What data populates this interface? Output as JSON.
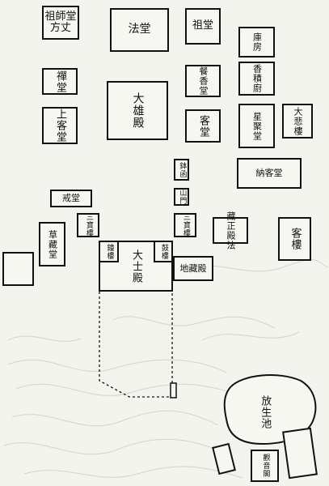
{
  "halls": {
    "fangzhang": "祖師堂\n方丈",
    "fatang": "法堂",
    "zutang": "祖堂",
    "kufang": "庫房",
    "chantang": "禪堂",
    "dahiongdian": "大雄殿",
    "canxiangtang": "餐香堂",
    "xiangjichu": "香積廚",
    "shangketang": "上客堂",
    "ketang": "客堂",
    "xingjutang": "星聚堂",
    "dabeilou": "大悲樓",
    "nake": "納客堂",
    "bohan": "鉢函",
    "shanmen": "山門",
    "zhaitang": "戒堂",
    "sanbao_left": "三寶樓",
    "sanbao_right": "三寶樓",
    "cangzheng": "藏正殿法",
    "caocang": "草藏堂",
    "keting": "客樓",
    "zhonglou": "鐘樓",
    "gulou": "鼓樓",
    "dashi": "大士殿",
    "dizang": "地藏殿",
    "fangsheng": "放生池",
    "guanyin": "觀音閣"
  }
}
